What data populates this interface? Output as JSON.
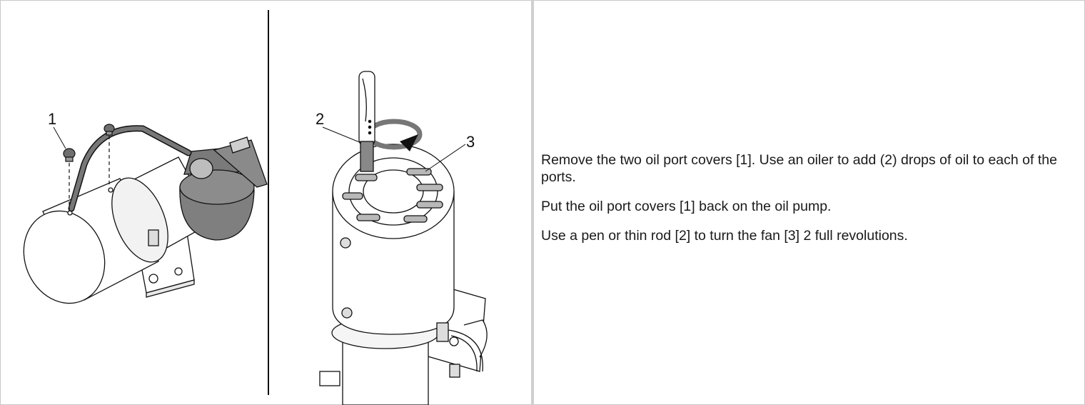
{
  "figure": {
    "callouts": {
      "c1": "1",
      "c2": "2",
      "c3": "3"
    }
  },
  "instructions": {
    "steps": [
      "Remove the two oil port covers [1]. Use an oiler to add (2) drops of oil to each of the ports.",
      "Put the oil port covers [1] back on the oil pump.",
      "Use a pen or thin rod [2] to turn the fan [3] 2 full revolutions."
    ]
  }
}
